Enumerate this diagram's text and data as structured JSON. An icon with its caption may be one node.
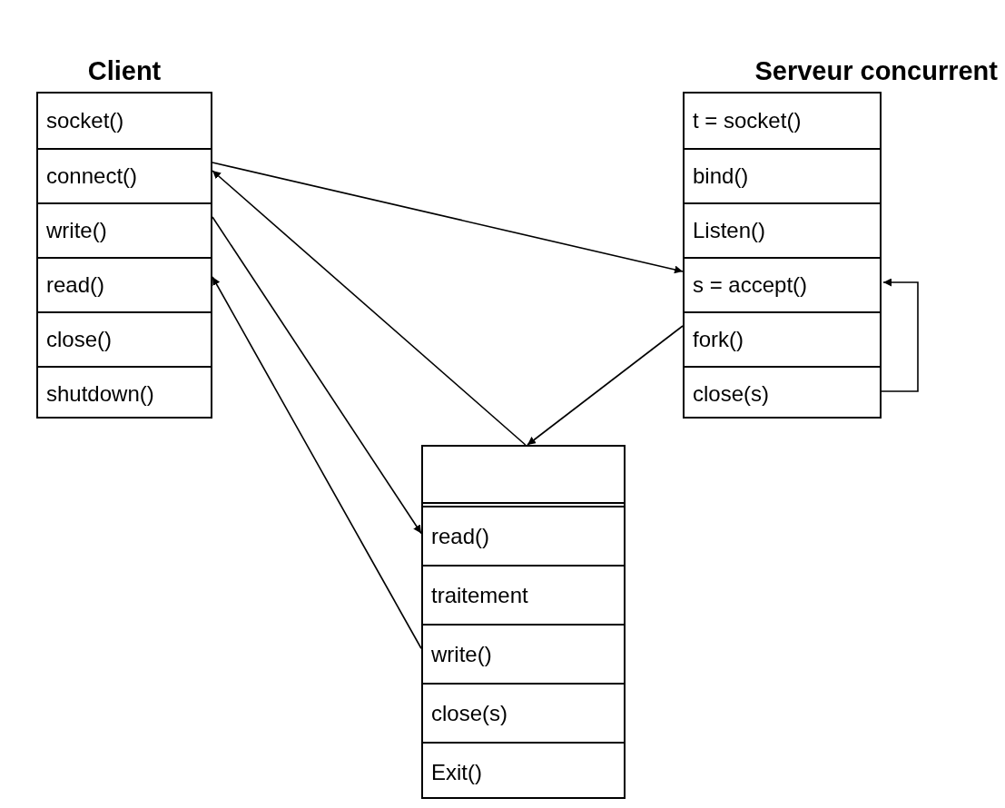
{
  "diagram": {
    "nodes": [
      {
        "text": [
          "Client"
        ]
      },
      {
        "text": [
          "socket()"
        ],
        "in": 0
      },
      {
        "text": [
          "connect()"
        ],
        "in": 0
      },
      {
        "text": [
          "write()"
        ],
        "in": 0
      },
      {
        "text": [
          "read()"
        ],
        "in": 0
      },
      {
        "text": [
          "close()"
        ],
        "in": 0
      },
      {
        "text": [
          "shutdown()"
        ],
        "in": 0
      },
      {
        "text": [
          "Serveur concurrent"
        ]
      },
      {
        "text": [
          "t = socket()"
        ],
        "in": 7
      },
      {
        "text": [
          "bind()"
        ],
        "in": 7
      },
      {
        "text": [
          "Listen()"
        ],
        "in": 7
      },
      {
        "text": [
          "s = accept()"
        ],
        "in": 7
      },
      {
        "text": [
          "fork()"
        ],
        "in": 7
      },
      {
        "text": [
          "close(s)"
        ],
        "in": 7
      },
      {
        "text": [],
        "shape": "box"
      },
      {
        "text": [],
        "shape": "box",
        "in": 14
      },
      {
        "text": [
          "read()"
        ],
        "in": 14
      },
      {
        "text": [
          "traitement"
        ],
        "in": 14
      },
      {
        "text": [
          "write()"
        ],
        "in": 14
      },
      {
        "text": [
          "close(s)"
        ],
        "in": 14
      },
      {
        "text": [
          "Exit()"
        ],
        "in": 14
      }
    ],
    "edges": [
      {
        "from": 2,
        "to": 11,
        "arrow": "to"
      },
      {
        "from": 15,
        "to": 2,
        "arrow": "to"
      },
      {
        "from": 12,
        "to": 15,
        "arrow": "to"
      },
      {
        "from": 3,
        "to": 16,
        "arrow": "to"
      },
      {
        "from": 18,
        "to": 4,
        "arrow": "to"
      },
      {
        "from": 13,
        "to": 11,
        "arrow": "to"
      }
    ]
  }
}
